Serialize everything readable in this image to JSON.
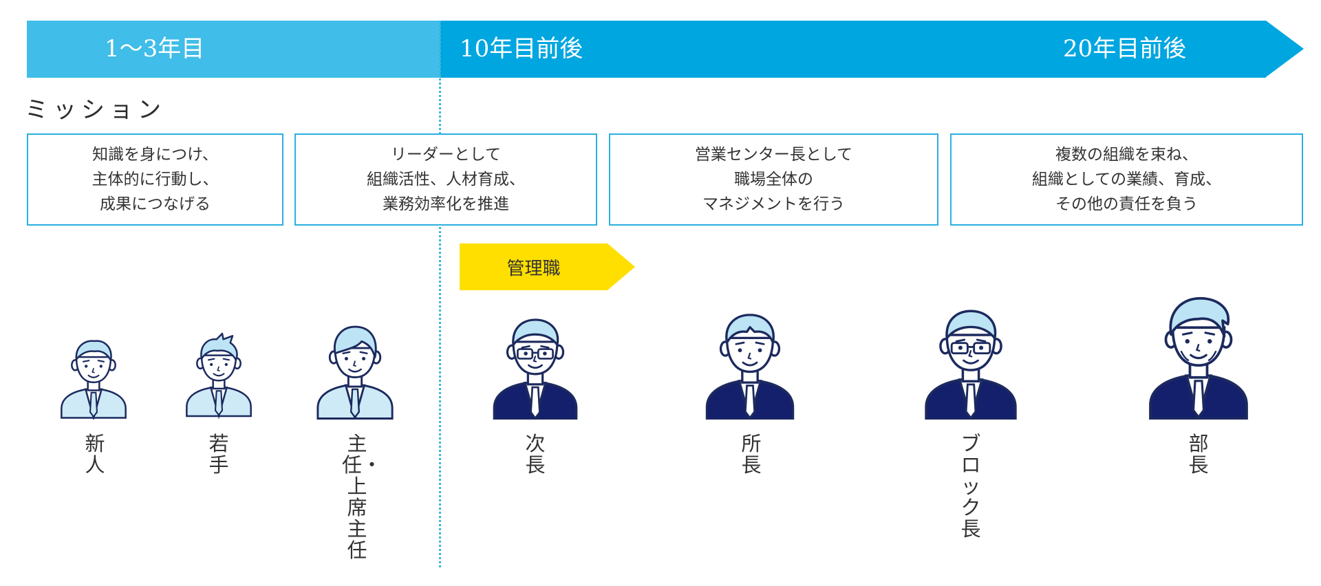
{
  "timeline": {
    "stage_1": "1〜3年目",
    "stage_2": "10年目前後",
    "stage_3": "20年目前後"
  },
  "mission_title": "ミッション",
  "missions": [
    {
      "lines": [
        "知識を身につけ、",
        "主体的に行動し、",
        "成果につなげる"
      ]
    },
    {
      "lines": [
        "リーダーとして",
        "組織活性、人材育成、",
        "業務効率化を推進"
      ]
    },
    {
      "lines": [
        "営業センター長として",
        "職場全体の",
        "マネジメントを行う"
      ]
    },
    {
      "lines": [
        "複数の組織を束ね、",
        "組織としての業績、育成、",
        "その他の責任を負う"
      ]
    }
  ],
  "manager_tag": "管理職",
  "positions": [
    {
      "label": "新人",
      "hair": "short"
    },
    {
      "label": "若手",
      "hair": "spiky"
    },
    {
      "label": "主任・上席主任",
      "hair": "parted"
    },
    {
      "label": "次長",
      "hair": "glasses"
    },
    {
      "label": "所長",
      "hair": "neat"
    },
    {
      "label": "ブロック長",
      "hair": "glasses"
    },
    {
      "label": "部長",
      "hair": "senior"
    }
  ],
  "colors": {
    "band_light": "#40bde8",
    "band_dark": "#00a6e0",
    "box_border": "#29b0e0",
    "manager_tag": "#ffdf00",
    "junior_suit": "#cdeaf6",
    "senior_suit": "#14206b",
    "outline": "#1c2a5e",
    "hair": "#bde4f4"
  }
}
